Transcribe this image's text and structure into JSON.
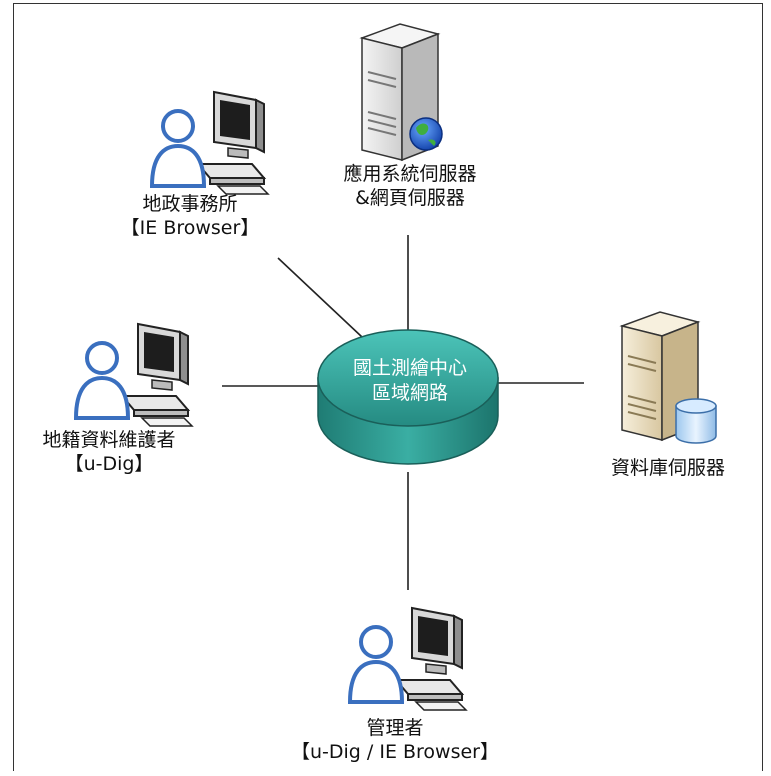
{
  "hub": {
    "line1": "國土測繪中心",
    "line2": "區域網路"
  },
  "nodes": {
    "land_office": {
      "name": "地政事務所",
      "client": "【IE Browser】",
      "icon": "user-workstation-icon"
    },
    "app_server": {
      "line1": "應用系統伺服器",
      "line2": "&網頁伺服器",
      "icon": "web-server-icon"
    },
    "cadastral_maintainer": {
      "name": "地籍資料維護者",
      "client": "【u-Dig】",
      "icon": "user-workstation-icon"
    },
    "db_server": {
      "name": "資料庫伺服器",
      "icon": "database-server-icon"
    },
    "admin": {
      "name": "管理者",
      "client": "【u-Dig / IE Browser】",
      "icon": "user-workstation-icon"
    }
  },
  "colors": {
    "hub_fill": "#2f9e95",
    "hub_top": "#3fb5ab",
    "user_outline": "#3a6fbf",
    "db_server_body": "#e9dcc0"
  }
}
